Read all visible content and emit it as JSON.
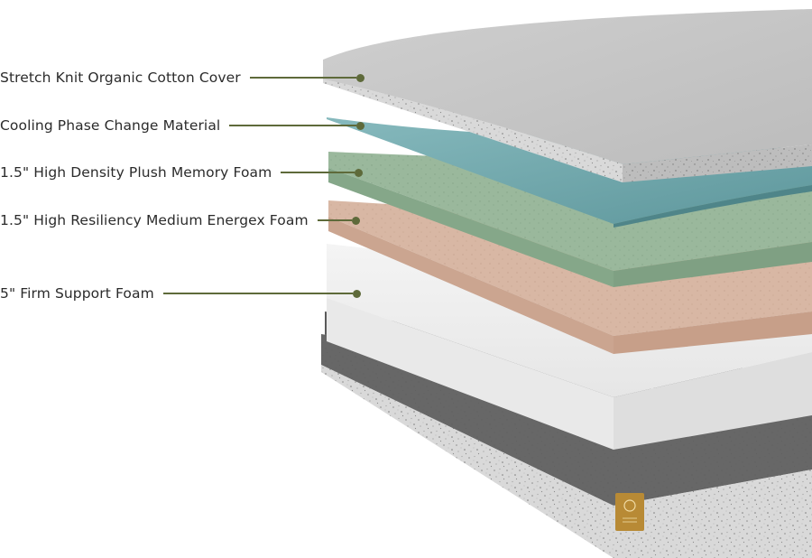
{
  "layers": [
    {
      "label": "Stretch Knit Organic Cotton Cover"
    },
    {
      "label": "Cooling Phase Change Material"
    },
    {
      "label": "1.5\" High Density Plush Memory Foam"
    },
    {
      "label": "1.5\" High Resiliency Medium Energex Foam"
    },
    {
      "label": "5\" Firm Support Foam"
    }
  ],
  "colors": {
    "accent": "#5e6a3a",
    "cover": "#c9c9c9",
    "cooling": "#6fa6ab",
    "memory_foam": "#98b59a",
    "energex_foam": "#d6b5a2",
    "support_foam": "#eeeeee",
    "base_band": "#5d5d5d",
    "base": "#dcdcdc",
    "label_patch": "#b88a35"
  },
  "icons": {
    "label_patch": "brand-label-patch-icon"
  }
}
